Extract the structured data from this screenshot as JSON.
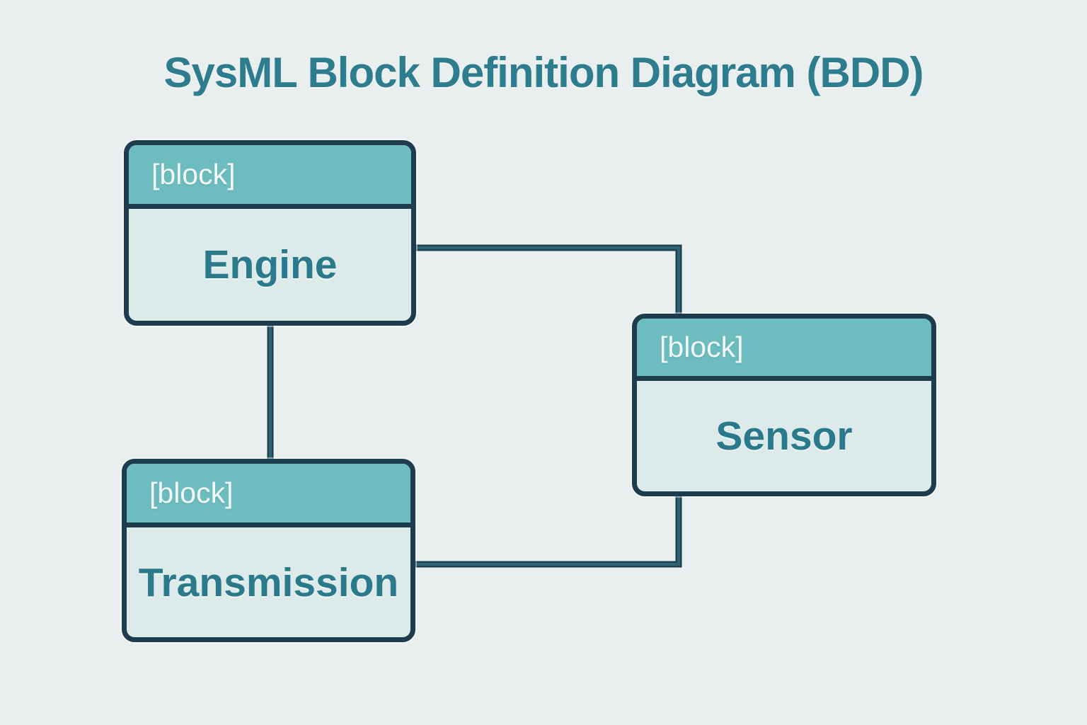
{
  "title": "SysML Block Definition Diagram (BDD)",
  "diagram": {
    "blocks": [
      {
        "id": "engine",
        "stereotype": "[block]",
        "name": "Engine"
      },
      {
        "id": "sensor",
        "stereotype": "[block]",
        "name": "Sensor"
      },
      {
        "id": "transmission",
        "stereotype": "[block]",
        "name": "Transmission"
      }
    ],
    "connections": [
      {
        "from": "Engine",
        "to": "Sensor"
      },
      {
        "from": "Engine",
        "to": "Transmission"
      },
      {
        "from": "Transmission",
        "to": "Sensor"
      }
    ]
  },
  "colors": {
    "background": "#e9efee",
    "title_text": "#2e7d8e",
    "block_border": "#1d3d4f",
    "block_header_fill": "#6cbcc0",
    "block_body_fill": "#dcebea",
    "stereotype_text": "#f2f8f8",
    "block_name_text": "#2b7a8c",
    "connector": "#2e6374"
  }
}
